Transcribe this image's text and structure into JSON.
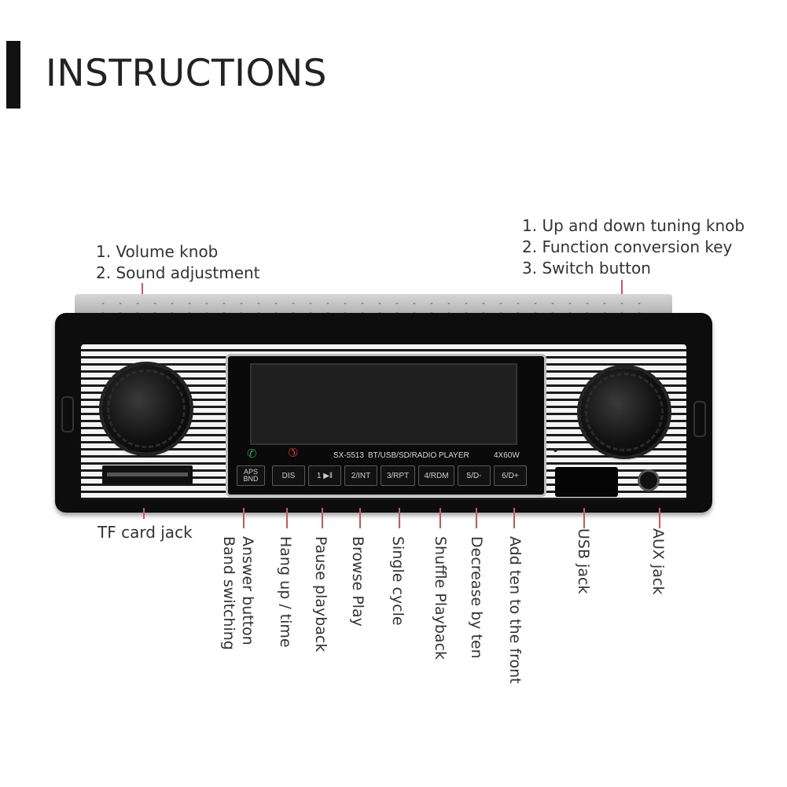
{
  "header": {
    "title": "INSTRUCTIONS"
  },
  "notes": {
    "left": [
      "1. Volume knob",
      "2. Sound adjustment"
    ],
    "right": [
      "1. Up and down tuning knob",
      "2. Function conversion key",
      "3. Switch button"
    ]
  },
  "radio": {
    "model": "SX-5513",
    "description": "BT/USB/SD/RADIO  PLAYER",
    "power": "4X60W",
    "buttons": {
      "aps_top": "APS",
      "aps_bottom": "BND",
      "dis": "DIS",
      "b1": "1 ▶‖",
      "b2": "2/INT",
      "b3": "3/RPT",
      "b4": "4/RDM",
      "b5": "5/D-",
      "b6": "6/D+"
    }
  },
  "labels": {
    "tf": "TF card jack",
    "answer": "Answer button",
    "band": "Band switching",
    "hangup": "Hang up / time",
    "pause": "Pause playback",
    "browse": "Browse Play",
    "single": "Single cycle",
    "shuffle": "Shuffle Playback",
    "decrease": "Decrease by ten",
    "add": "Add ten to the front",
    "usb": "USB jack",
    "aux": "AUX jack"
  },
  "colors": {
    "pointer": "#c55b5b",
    "answer_icon": "#2e9a4a",
    "hangup_icon": "#c0392b"
  }
}
